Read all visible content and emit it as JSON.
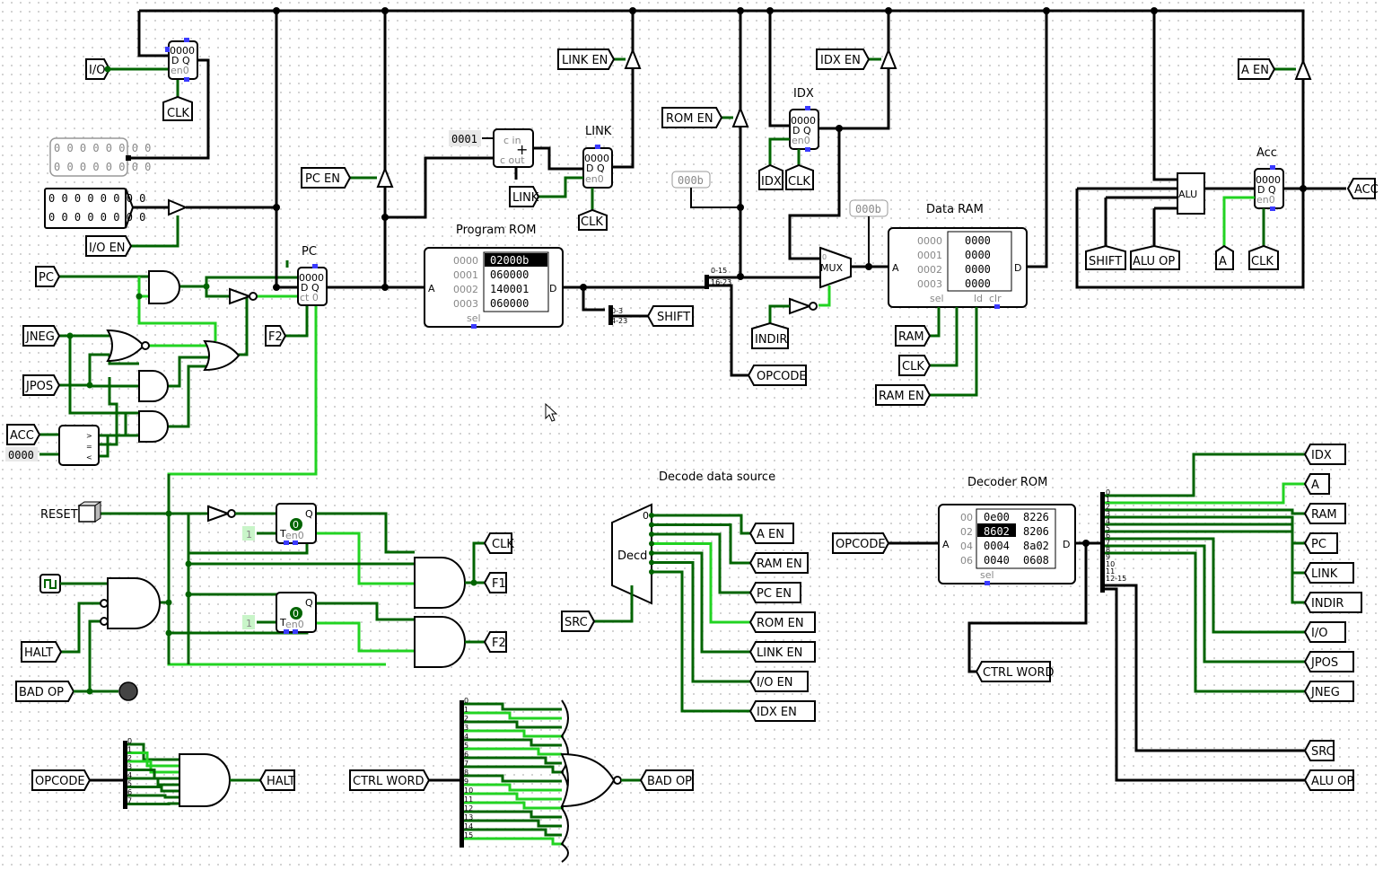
{
  "labels": {
    "io": "I/O",
    "clk": "CLK",
    "io_en": "I/O EN",
    "pc": "PC",
    "pc_en": "PC EN",
    "pc_title": "PC",
    "f2": "F2",
    "jneg": "JNEG",
    "jpos": "JPOS",
    "acc": "ACC",
    "zero_const": "0000",
    "link_en": "LINK EN",
    "link_title": "LINK",
    "link": "LINK",
    "const_0001": "0001",
    "c_in": "c in",
    "c_out": "c out",
    "program_rom_title": "Program ROM",
    "rom_en": "ROM EN",
    "const_000b_a": "000b",
    "const_000b_b": "000b",
    "idx_en": "IDX EN",
    "idx_title": "IDX",
    "idx": "IDX",
    "mux": "MUX",
    "indir": "INDIR",
    "opcode": "OPCODE",
    "shift": "SHIFT",
    "data_ram_title": "Data RAM",
    "ram": "RAM",
    "ram_en": "RAM EN",
    "a_en": "A EN",
    "acc_title": "Acc",
    "alu": "ALU",
    "alu_op": "ALU OP",
    "a": "A",
    "reset": "RESET",
    "halt": "HALT",
    "bad_op": "BAD OP",
    "f1": "F1",
    "decode_data_source": "Decode data source",
    "decd": "Decd",
    "src": "SRC",
    "decoder_rom_title": "Decoder ROM",
    "ctrl_word": "CTRL WORD",
    "pc_out": "PC",
    "one_a": "1",
    "one_b": "1",
    "reg_val": "0000",
    "led_row1": "0 0 0 0 0 0 0 0",
    "led_row2": "0 0 0 0 0 0 0 0",
    "dip_row1": "0 0 0 0 0 0 0 0",
    "dip_row2": "0 0 0 0 0 0 0 0",
    "sel": "sel",
    "ld": "ld",
    "clr": "clr",
    "en0": "en0",
    "dq": "D  Q",
    "ct": "ct 0",
    "q_label": "Q",
    "t_label": "T",
    "a_port": "A",
    "d_port": "D",
    "split_0_15": "0-15",
    "split_16_23": "16-23",
    "split_0_3": "0-3",
    "split_4_23": "4-23"
  },
  "program_rom": {
    "addresses": [
      "0000",
      "0001",
      "0002",
      "0003"
    ],
    "values": [
      "02000b",
      "060000",
      "140001",
      "060000"
    ]
  },
  "data_ram": {
    "addresses": [
      "0000",
      "0001",
      "0002",
      "0003"
    ],
    "values": [
      "0000",
      "0000",
      "0000",
      "0000"
    ]
  },
  "decoder_rom": {
    "addresses": [
      "00",
      "02",
      "04",
      "06"
    ],
    "col1": [
      "0e00",
      "8602",
      "0004",
      "0040"
    ],
    "col2": [
      "8226",
      "8206",
      "8a02",
      "0608"
    ]
  },
  "decd_outputs": [
    "A EN",
    "RAM EN",
    "PC EN",
    "ROM  EN",
    "LINK EN",
    "I/O EN",
    "IDX  EN"
  ],
  "decd_first_index": "0",
  "ctrl_outputs": [
    "IDX",
    "A",
    "RAM",
    "PC",
    "LINK",
    "INDIR",
    "I/O",
    "JPOS",
    "JNEG"
  ],
  "ctrl_bits": [
    "0",
    "1",
    "2",
    "3",
    "4",
    "5",
    "6",
    "7",
    "8",
    "9",
    "10",
    "11",
    "12-15"
  ],
  "bottom_bits": [
    "0",
    "1",
    "2",
    "3",
    "4",
    "5",
    "6",
    "7",
    "8",
    "9",
    "10",
    "11",
    "12",
    "13",
    "14",
    "15"
  ],
  "halt_bits": [
    "0",
    "1",
    "2",
    "3",
    "4",
    "5",
    "6",
    "7"
  ],
  "colors": {
    "wire_dark": "#006400",
    "wire_light": "#22d322",
    "wire_bus": "#000000",
    "pin_blue": "#3a3aff"
  }
}
